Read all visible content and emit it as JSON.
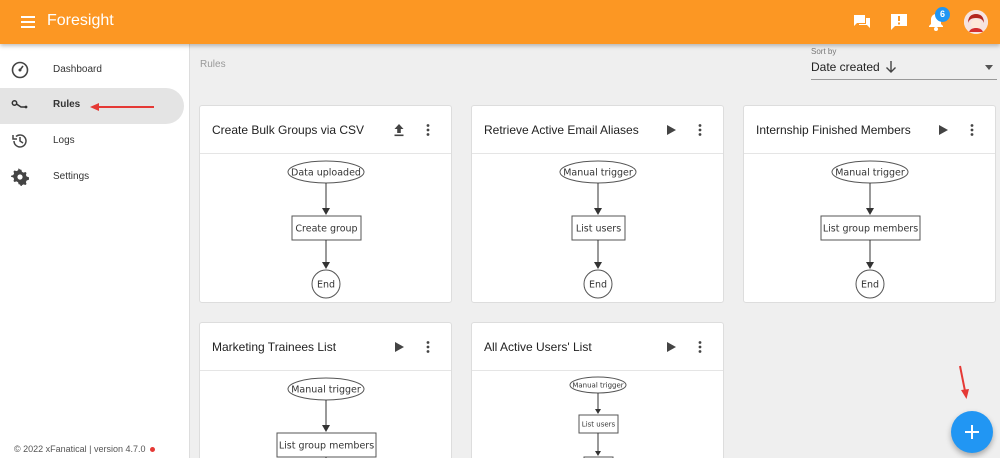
{
  "app": {
    "title": "Foresight",
    "notifications_count": "6"
  },
  "sidebar": {
    "items": [
      {
        "label": "Dashboard",
        "icon": "dashboard-gauge-icon"
      },
      {
        "label": "Rules",
        "icon": "rules-icon"
      },
      {
        "label": "Logs",
        "icon": "history-icon"
      },
      {
        "label": "Settings",
        "icon": "gear-icon"
      }
    ],
    "footer": "© 2022 xFanatical | version 4.7.0"
  },
  "main": {
    "breadcrumb": "Rules",
    "sort": {
      "label": "Sort by",
      "value": "Date created"
    }
  },
  "cards": [
    {
      "title": "Create Bulk Groups via CSV",
      "action_icon": "upload-icon",
      "nodes": [
        "Data uploaded",
        "Create group",
        "End"
      ]
    },
    {
      "title": "Retrieve Active Email Aliases",
      "action_icon": "play-icon",
      "nodes": [
        "Manual trigger",
        "List users",
        "End"
      ]
    },
    {
      "title": "Internship Finished Members",
      "action_icon": "play-icon",
      "nodes": [
        "Manual trigger",
        "List group members",
        "End"
      ]
    },
    {
      "title": "Marketing Trainees List",
      "action_icon": "play-icon",
      "nodes": [
        "Manual trigger",
        "List group members"
      ]
    },
    {
      "title": "All Active Users' List",
      "action_icon": "play-icon",
      "nodes": [
        "Manual trigger",
        "List users"
      ]
    }
  ],
  "colors": {
    "header": "#fc9723",
    "fab": "#2196f3",
    "annotation": "#e53935"
  }
}
